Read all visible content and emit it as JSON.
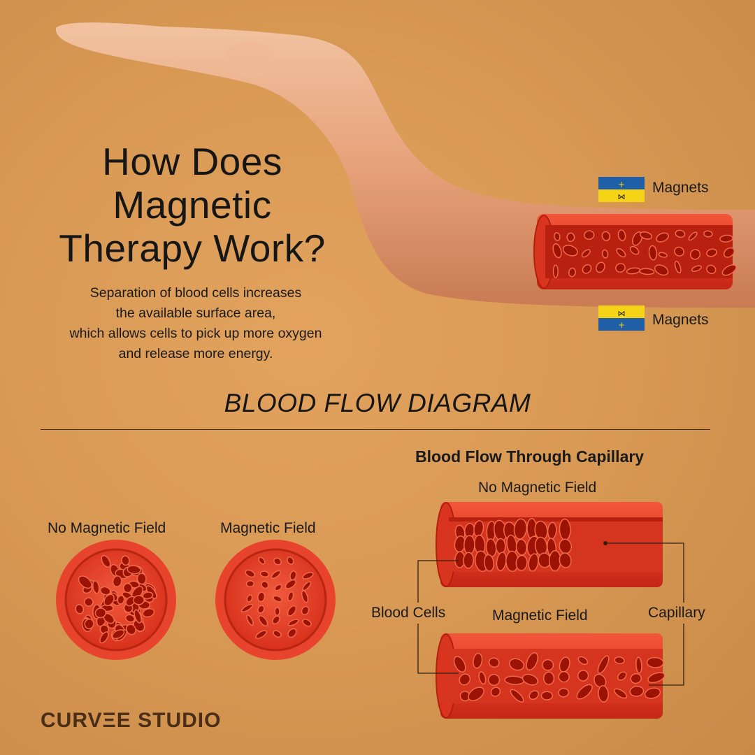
{
  "heading": {
    "title_lines": [
      "How Does",
      "Magnetic",
      "Therapy Work?"
    ],
    "subtitle_lines": [
      "Separation of blood cells increases",
      "the available surface area,",
      "which allows cells to pick up more oxygen",
      "and release more energy."
    ]
  },
  "magnets": {
    "top_label": "Magnets",
    "bottom_label": "Magnets",
    "colors": {
      "top_half": "#1e5fa8",
      "bottom_half": "#f5d417"
    }
  },
  "diagram": {
    "section_title": "BLOOD FLOW DIAGRAM",
    "cross_sections": {
      "left_label": "No Magnetic Field",
      "right_label": "Magnetic Field"
    },
    "capillary": {
      "heading": "Blood Flow Through Capillary",
      "top_label": "No Magnetic Field",
      "bottom_label": "Magnetic Field",
      "blood_cells_label": "Blood Cells",
      "capillary_label": "Capillary"
    }
  },
  "colors": {
    "background": "#d99a55",
    "vessel": "#e8432c",
    "vessel_dark": "#9e1208",
    "skin": "#e9a37a"
  },
  "brand": "CURVΞE STUDIO"
}
